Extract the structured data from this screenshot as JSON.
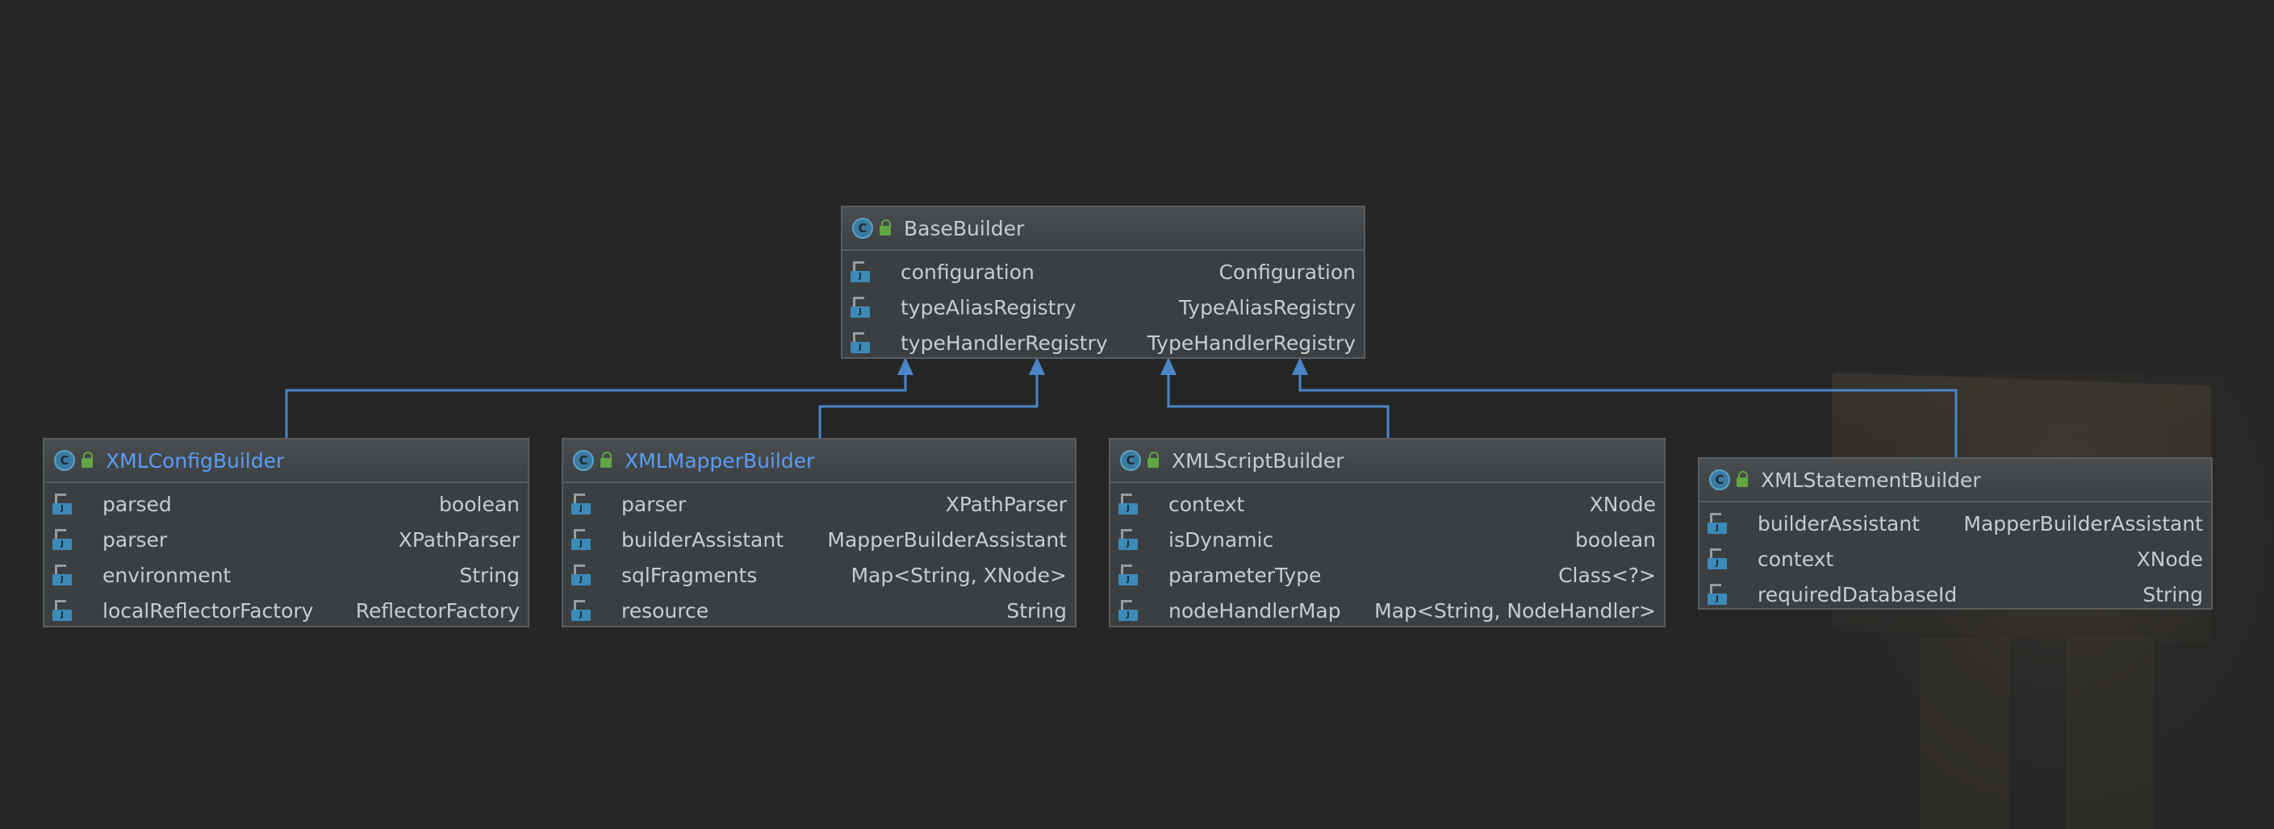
{
  "classes": {
    "base": {
      "name": "BaseBuilder",
      "fields": [
        {
          "name": "configuration",
          "type": "Configuration"
        },
        {
          "name": "typeAliasRegistry",
          "type": "TypeAliasRegistry"
        },
        {
          "name": "typeHandlerRegistry",
          "type": "TypeHandlerRegistry"
        }
      ]
    },
    "config": {
      "name": "XMLConfigBuilder",
      "fields": [
        {
          "name": "parsed",
          "type": "boolean"
        },
        {
          "name": "parser",
          "type": "XPathParser"
        },
        {
          "name": "environment",
          "type": "String"
        },
        {
          "name": "localReflectorFactory",
          "type": "ReflectorFactory"
        }
      ]
    },
    "mapper": {
      "name": "XMLMapperBuilder",
      "fields": [
        {
          "name": "parser",
          "type": "XPathParser"
        },
        {
          "name": "builderAssistant",
          "type": "MapperBuilderAssistant"
        },
        {
          "name": "sqlFragments",
          "type": "Map<String, XNode>"
        },
        {
          "name": "resource",
          "type": "String"
        }
      ]
    },
    "script": {
      "name": "XMLScriptBuilder",
      "fields": [
        {
          "name": "context",
          "type": "XNode"
        },
        {
          "name": "isDynamic",
          "type": "boolean"
        },
        {
          "name": "parameterType",
          "type": "Class<?>"
        },
        {
          "name": "nodeHandlerMap",
          "type": "Map<String, NodeHandler>"
        }
      ]
    },
    "statement": {
      "name": "XMLStatementBuilder",
      "fields": [
        {
          "name": "builderAssistant",
          "type": "MapperBuilderAssistant"
        },
        {
          "name": "context",
          "type": "XNode"
        },
        {
          "name": "requiredDatabaseId",
          "type": "String"
        }
      ]
    }
  },
  "icons": {
    "class": "class-icon",
    "visibility": "public-lock-icon",
    "field": "field-icon"
  },
  "colors": {
    "background": "#262626",
    "box": "#3c3f41",
    "edge": "#4a86c8",
    "link_text": "#589df6"
  }
}
